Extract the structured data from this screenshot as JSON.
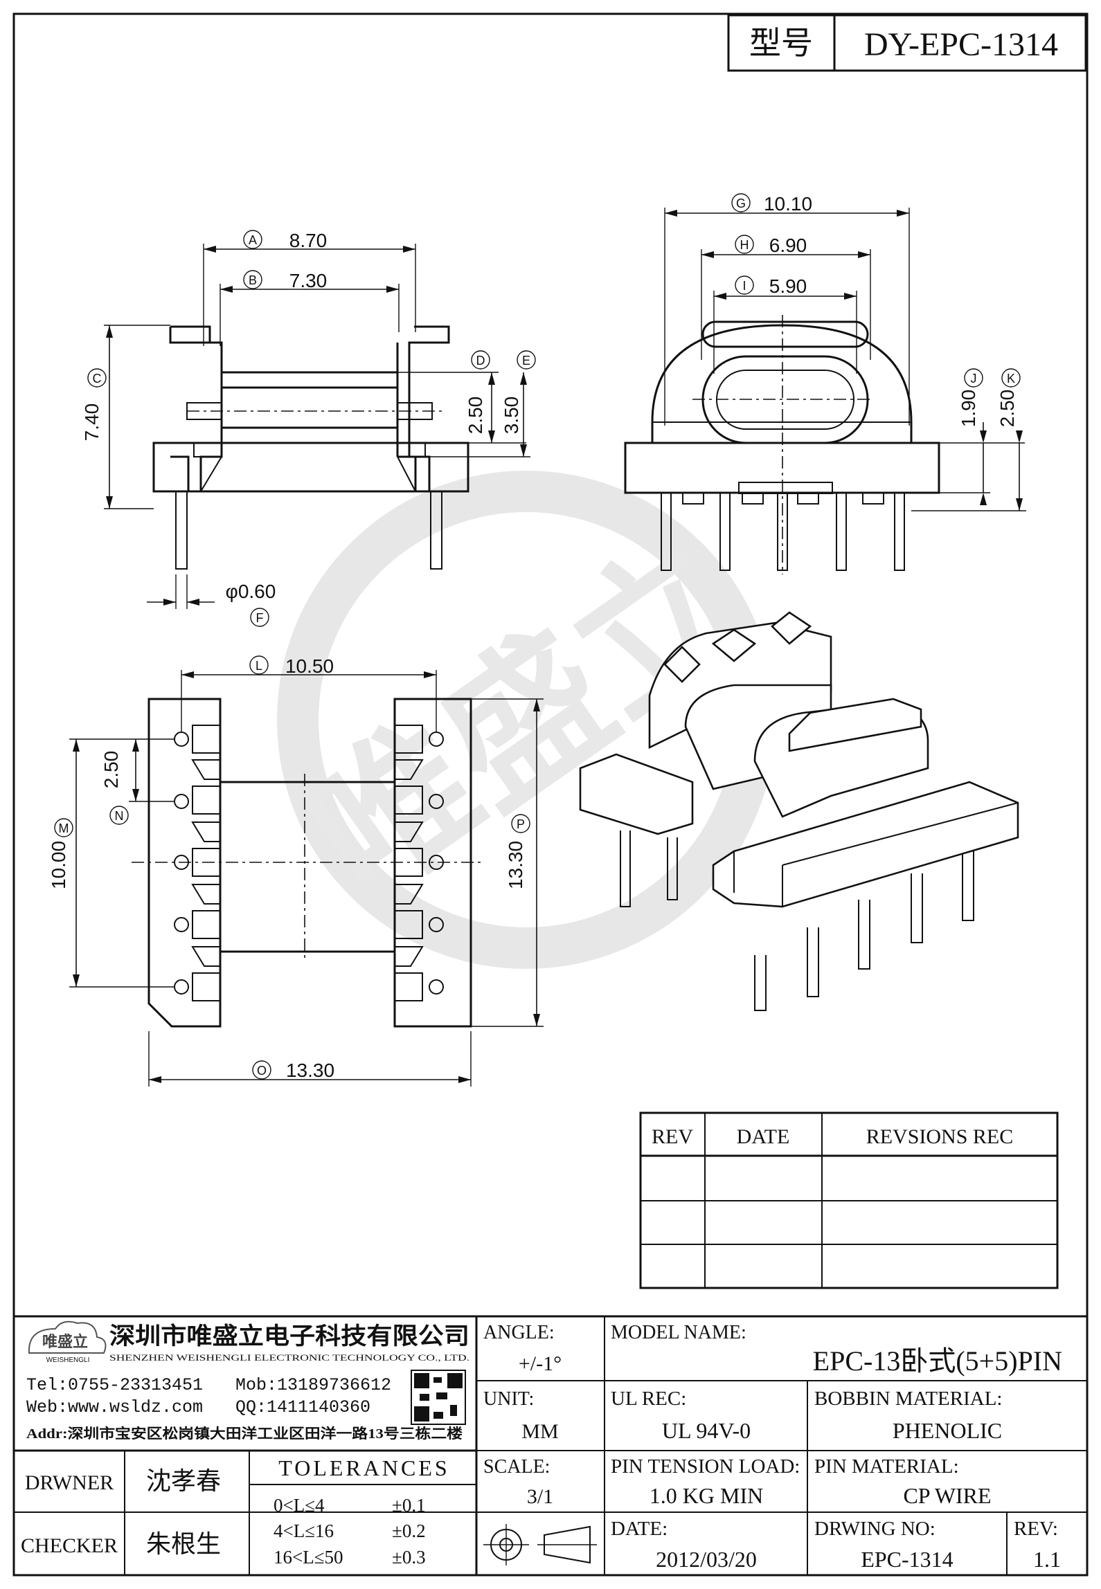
{
  "title_block_top": {
    "label": "型号",
    "value": "DY-EPC-1314"
  },
  "dimensions": {
    "A": {
      "letter": "A",
      "value": "8.70"
    },
    "B": {
      "letter": "B",
      "value": "7.30"
    },
    "C": {
      "letter": "C",
      "value": "7.40"
    },
    "D": {
      "letter": "D",
      "value": "2.50"
    },
    "E": {
      "letter": "E",
      "value": "3.50"
    },
    "F": {
      "letter": "F",
      "value": "φ0.60"
    },
    "G": {
      "letter": "G",
      "value": "10.10"
    },
    "H": {
      "letter": "H",
      "value": "6.90"
    },
    "I": {
      "letter": "I",
      "value": "5.90"
    },
    "J": {
      "letter": "J",
      "value": "1.90"
    },
    "K": {
      "letter": "K",
      "value": "2.50"
    },
    "L": {
      "letter": "L",
      "value": "10.50"
    },
    "M": {
      "letter": "M",
      "value": "10.00"
    },
    "N": {
      "letter": "N",
      "value": "2.50"
    },
    "O": {
      "letter": "O",
      "value": "13.30"
    },
    "P": {
      "letter": "P",
      "value": "13.30"
    }
  },
  "revision_table": {
    "headers": [
      "REV",
      "DATE",
      "REVSIONS REC"
    ],
    "rows": [
      [
        "",
        "",
        ""
      ],
      [
        "",
        "",
        ""
      ],
      [
        "",
        "",
        ""
      ]
    ]
  },
  "company": {
    "logo_text": "唯盛立",
    "logo_sub": "WEISHENGLI",
    "name_cn": "深圳市唯盛立电子科技有限公司",
    "name_en": "SHENZHEN WEISHENGLI ELECTRONIC TECHNOLOGY CO., LTD.",
    "tel": "Tel:0755-23313451",
    "mob": "Mob:13189736612",
    "web": "Web:www.wsldz.com",
    "qq": "QQ:1411140360",
    "addr": "Addr:深圳市宝安区松岗镇大田洋工业区田洋一路13号三栋二楼"
  },
  "fields": {
    "angle_label": "ANGLE:",
    "angle_value": "+/-1°",
    "model_label": "MODEL NAME:",
    "model_value": "EPC-13卧式(5+5)PIN",
    "unit_label": "UNIT:",
    "unit_value": "MM",
    "ul_label": "UL REC:",
    "ul_value": "UL 94V-0",
    "bobbin_label": "BOBBIN MATERIAL:",
    "bobbin_value": "PHENOLIC",
    "scale_label": "SCALE:",
    "scale_value": "3/1",
    "tension_label": "PIN TENSION LOAD:",
    "tension_value": "1.0 KG MIN",
    "pinmat_label": "PIN MATERIAL:",
    "pinmat_value": "CP WIRE",
    "date_label": "DATE:",
    "date_value": "2012/03/20",
    "drwno_label": "DRWING NO:",
    "drwno_value": "EPC-1314",
    "rev_label": "REV:",
    "rev_value": "1.1"
  },
  "people": {
    "drawer_label": "DRWNER",
    "drawer_name": "沈孝春",
    "checker_label": "CHECKER",
    "checker_name": "朱根生"
  },
  "tolerances": {
    "title": "TOLERANCES",
    "rows": [
      {
        "range": "0<L≤4",
        "value": "±0.1"
      },
      {
        "range": "4<L≤16",
        "value": "±0.2"
      },
      {
        "range": "16<L≤50",
        "value": "±0.3"
      }
    ]
  }
}
